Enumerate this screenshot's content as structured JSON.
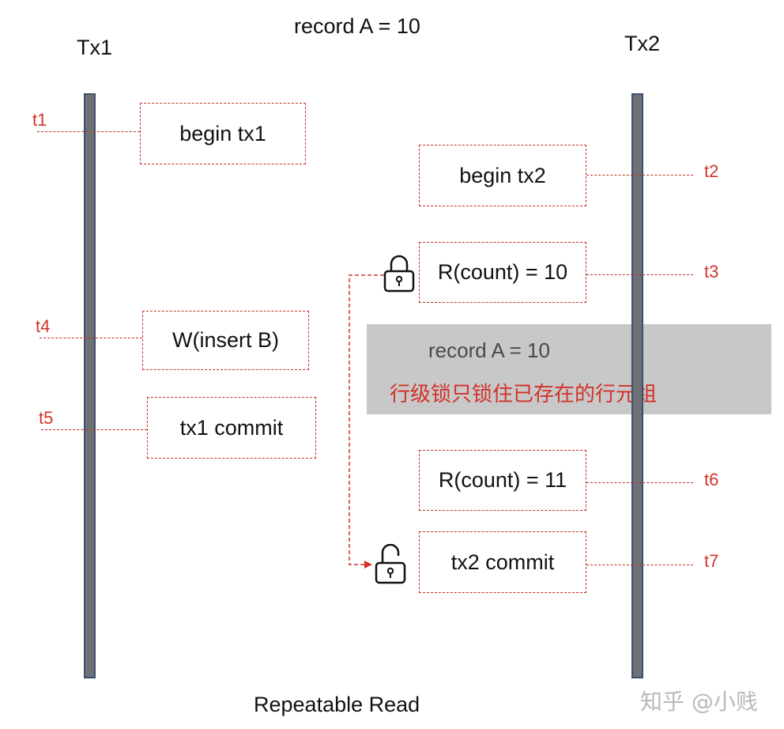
{
  "header": {
    "title": "record A = 10"
  },
  "lanes": {
    "left_label": "Tx1",
    "right_label": "Tx2"
  },
  "tx1_events": {
    "begin": "begin tx1",
    "write": "W(insert B)",
    "commit": "tx1 commit"
  },
  "tx2_events": {
    "begin": "begin tx2",
    "read1": "R(count) = 10",
    "read2": "R(count) = 11",
    "commit": "tx2 commit"
  },
  "time_labels": {
    "t1": "t1",
    "t2": "t2",
    "t3": "t3",
    "t4": "t4",
    "t5": "t5",
    "t6": "t6",
    "t7": "t7"
  },
  "note": {
    "line1": "record A = 10",
    "line2": "行级锁只锁住已存在的行元组"
  },
  "icons": {
    "lock": "lock-closed-icon",
    "unlock": "lock-open-icon"
  },
  "caption": "Repeatable Read",
  "watermark": "知乎 @小贱",
  "colors": {
    "accent": "#d2322a",
    "timeline": "#6e7277",
    "note_bg": "#c8c8c8"
  }
}
